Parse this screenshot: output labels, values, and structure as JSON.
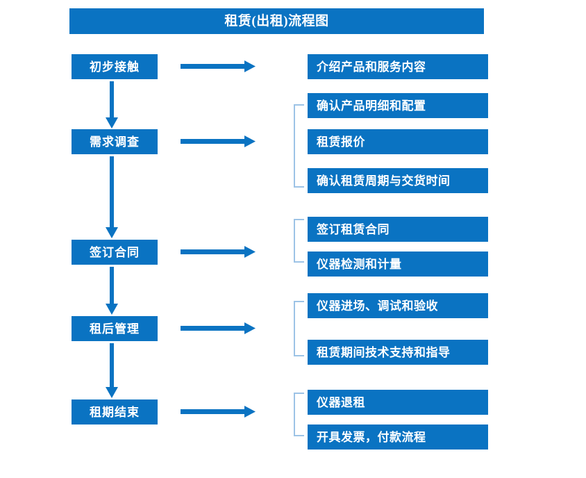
{
  "diagram": {
    "title": "租赁(出租)流程图",
    "accent_color": "#0A73C2",
    "bracket_color": "#9DC3E6",
    "title_text_color": "#FFFFFF",
    "background_color": "#FFFFFF"
  },
  "stages": [
    {
      "id": "initial-contact",
      "label": "初步接触"
    },
    {
      "id": "demand-survey",
      "label": "需求调查"
    },
    {
      "id": "sign-contract",
      "label": "签订合同"
    },
    {
      "id": "post-rental-mgmt",
      "label": "租后管理"
    },
    {
      "id": "lease-end",
      "label": "租期结束"
    }
  ],
  "details": [
    {
      "id": "introduce-products",
      "label": "介绍产品和服务内容"
    },
    {
      "id": "confirm-spec",
      "label": "确认产品明细和配置"
    },
    {
      "id": "rental-quote",
      "label": "租赁报价"
    },
    {
      "id": "confirm-period",
      "label": "确认租赁周期与交货时间"
    },
    {
      "id": "sign-lease-contract",
      "label": "签订租赁合同"
    },
    {
      "id": "instrument-test",
      "label": "仪器检测和计量"
    },
    {
      "id": "instrument-arrival",
      "label": "仪器进场、调试和验收"
    },
    {
      "id": "tech-support",
      "label": "租赁期间技术支持和指导"
    },
    {
      "id": "instrument-return",
      "label": "仪器退租"
    },
    {
      "id": "invoice-payment",
      "label": "开具发票，付款流程"
    }
  ],
  "connectors": {
    "right_arrow_icon": "arrow-right-icon",
    "down_arrow_icon": "arrow-down-icon",
    "bracket_icon": "group-bracket-icon"
  }
}
